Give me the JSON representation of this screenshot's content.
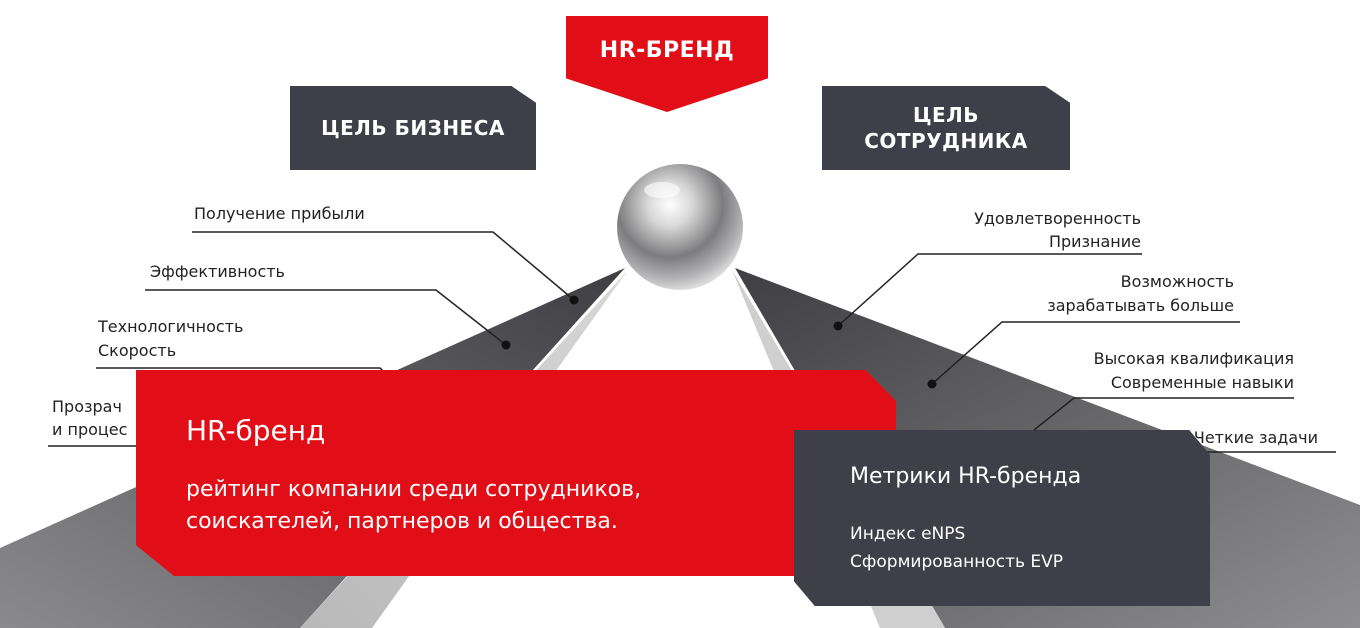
{
  "header": {
    "center_tag": "HR-БРЕНД",
    "left_tag": "ЦЕЛЬ БИЗНЕСА",
    "right_tag_line1": "ЦЕЛЬ",
    "right_tag_line2": "СОТРУДНИКА"
  },
  "business_goals": [
    "Получение прибыли",
    "Эффективность",
    "Технологичность",
    "Скорость",
    "Прозрач",
    "и процес"
  ],
  "employee_goals": [
    "Удовлетворенность",
    "Признание",
    "Возможность",
    "зарабатывать больше",
    "Высокая квалификация",
    "Современные навыки",
    "Четкие задачи"
  ],
  "definition": {
    "title": "HR-бренд",
    "line1": "рейтинг компании среди сотрудников,",
    "line2": "соискателей, партнеров и общества."
  },
  "metrics": {
    "title": "Метрики HR-бренда",
    "items": [
      "Индекс eNPS",
      "Сформированность EVP"
    ]
  },
  "colors": {
    "red": "#e20e17",
    "dark": "#3e3f48",
    "road": "#5b5b5f",
    "sphere": "#9a9a9c"
  }
}
